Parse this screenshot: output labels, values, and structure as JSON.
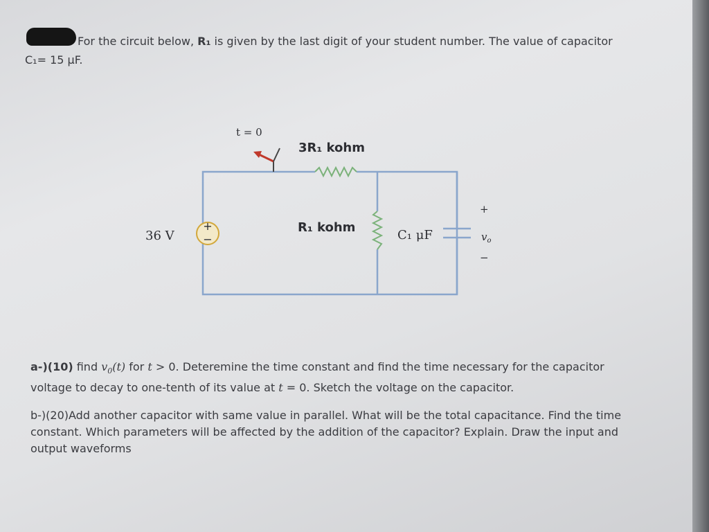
{
  "intro": {
    "part1": "For the circuit below, ",
    "r1": "R₁",
    "part2": " is given by the last digit of your student number. The value of capacitor",
    "line2": "C₁= 15 μF."
  },
  "circuit": {
    "switch_label": "t = 0",
    "r_series_label": "3R₁ kohm",
    "r_parallel_label": "R₁ kohm",
    "cap_label": "C₁ μF",
    "source_label": "36 V",
    "vo_label": "v",
    "vo_sub": "o",
    "plus": "+",
    "minus": "−"
  },
  "question_a": {
    "label": "a-)(10)",
    "t1": " find ",
    "v": "v",
    "sub": "0",
    "t": "(t)",
    "t2": " for ",
    "t3": "t",
    "t4": " > 0. Deteremine the time constant and find the time necessary for the capacitor voltage to decay to one-tenth of its value at ",
    "t5": "t",
    "t6": " = 0. Sketch the voltage on the capacitor."
  },
  "question_b": {
    "text": "b-)(20)Add another capacitor with same value in parallel. What will be the total capacitance. Find the time constant. Which parameters will be affected by the addition of the capacitor? Explain. Draw the input and output waveforms"
  },
  "colors": {
    "wire": "#8aa6cc",
    "text": "#3a3b40",
    "switch": "#c0392b"
  }
}
